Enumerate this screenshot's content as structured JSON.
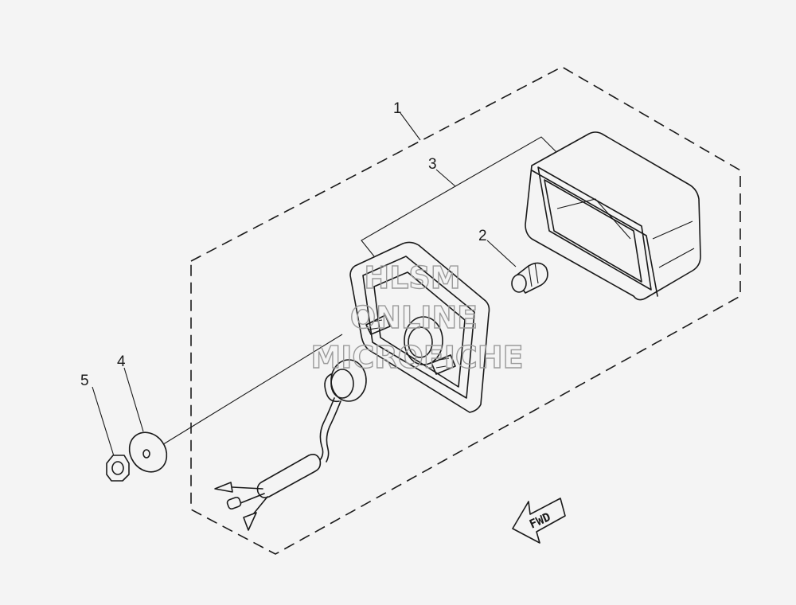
{
  "callouts": [
    {
      "id": "1",
      "label": "1"
    },
    {
      "id": "2",
      "label": "2"
    },
    {
      "id": "3",
      "label": "3"
    },
    {
      "id": "4",
      "label": "4"
    },
    {
      "id": "5",
      "label": "5"
    }
  ],
  "watermark": {
    "line1": "HLSM",
    "line2": "ONLINE",
    "line3": "MICROFICHE"
  },
  "direction_marker": {
    "label": "FWD"
  }
}
